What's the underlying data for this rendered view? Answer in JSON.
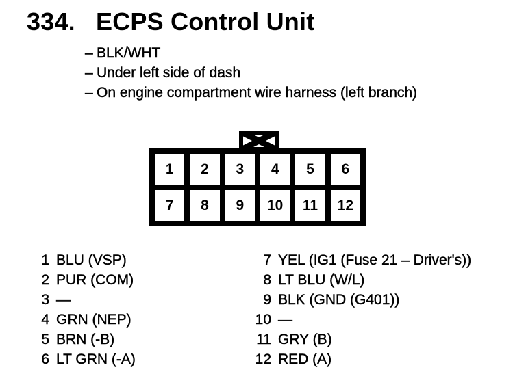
{
  "page": {
    "background": "#ffffff",
    "ink": "#000000"
  },
  "header": {
    "number": "334.",
    "title": "ECPS Control Unit"
  },
  "notes_bullet": "–",
  "notes": [
    "BLK/WHT",
    "Under left side of dash",
    "On engine compartment wire harness (left branch)"
  ],
  "connector": {
    "key_tab_icon": "crossed-box",
    "rows": [
      [
        "1",
        "2",
        "3",
        "4",
        "5",
        "6"
      ],
      [
        "7",
        "8",
        "9",
        "10",
        "11",
        "12"
      ]
    ]
  },
  "pins": {
    "left": [
      {
        "num": "1",
        "label": "BLU (VSP)"
      },
      {
        "num": "2",
        "label": "PUR (COM)"
      },
      {
        "num": "3",
        "label": "—"
      },
      {
        "num": "4",
        "label": "GRN (NEP)"
      },
      {
        "num": "5",
        "label": "BRN (-B)"
      },
      {
        "num": "6",
        "label": "LT GRN (-A)"
      }
    ],
    "right": [
      {
        "num": "7",
        "label": "YEL (IG1 (Fuse 21 – Driver's))"
      },
      {
        "num": "8",
        "label": "LT BLU (W/L)"
      },
      {
        "num": "9",
        "label": "BLK (GND (G401))"
      },
      {
        "num": "10",
        "label": "—"
      },
      {
        "num": "11",
        "label": "GRY (B)"
      },
      {
        "num": "12",
        "label": "RED (A)"
      }
    ]
  }
}
